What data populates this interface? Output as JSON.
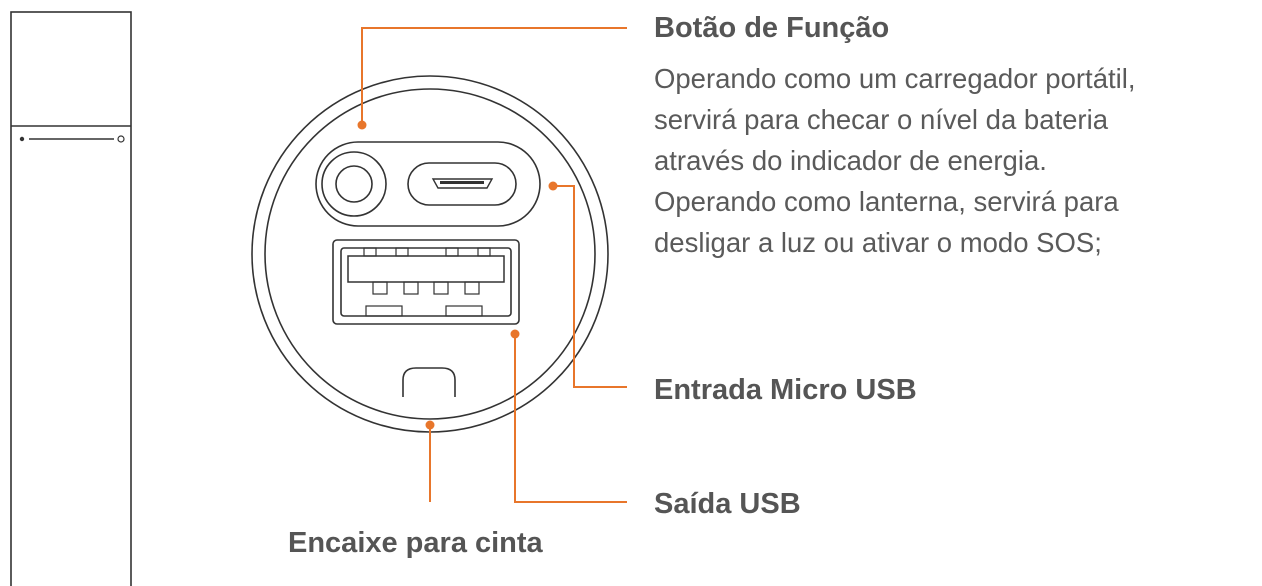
{
  "labels": {
    "function_button": "Botão de Função",
    "micro_usb_input": "Entrada Micro USB",
    "usb_output": "Saída USB",
    "strap_slot": "Encaixe para cinta"
  },
  "function_button_description": [
    "Operando como um carregador portátil,",
    "servirá para checar o nível da bateria",
    "através do indicador de energia.",
    "Operando como lanterna, servirá para",
    "desligar a luz ou ativar o modo SOS;"
  ],
  "colors": {
    "callout": "#E8762B",
    "outline": "#333333",
    "text": "#555555"
  }
}
